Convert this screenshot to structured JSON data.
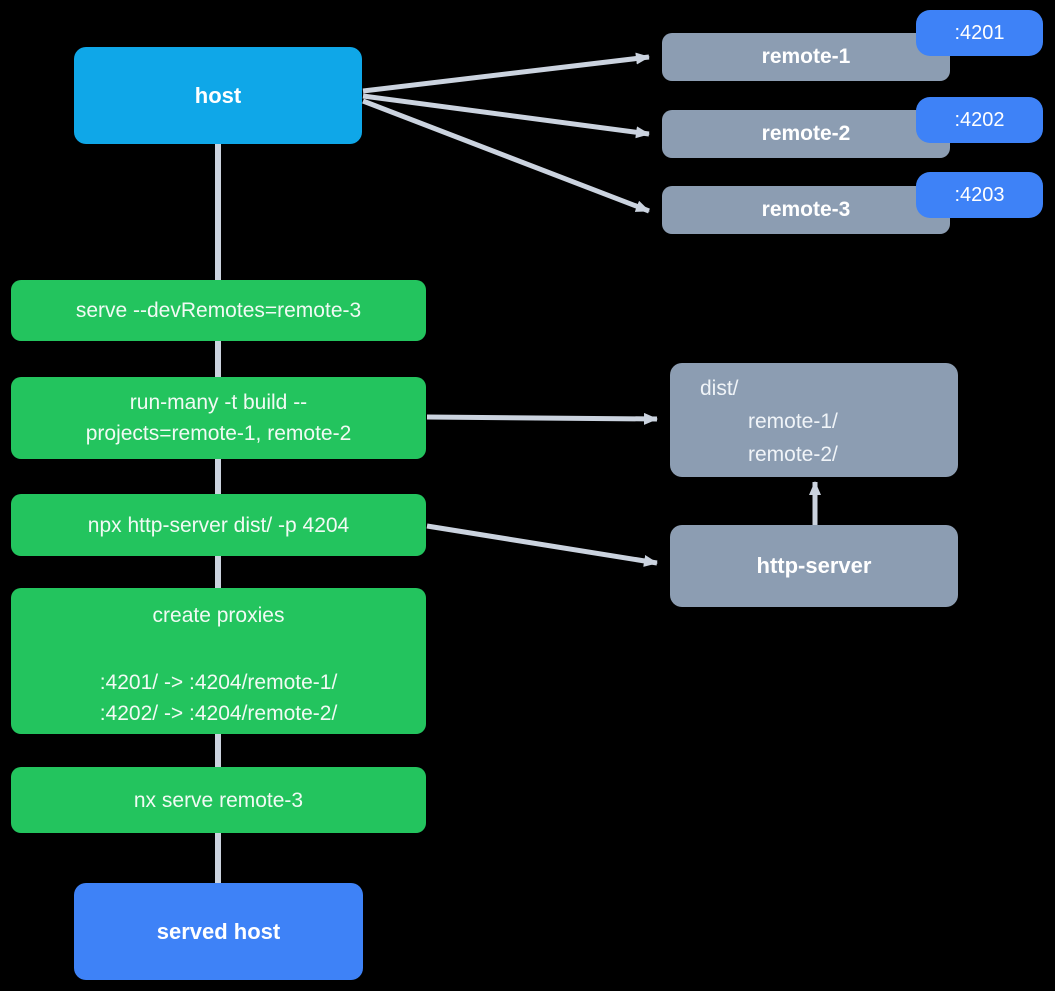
{
  "colors": {
    "bg": "#000000",
    "host": "#0fa7e8",
    "blue": "#3e82f7",
    "gray": "#8c9db2",
    "green": "#23c45e",
    "line": "#cbd3df"
  },
  "diagram": {
    "host": {
      "label": "host"
    },
    "served_host": {
      "label": "served host"
    },
    "remotes": [
      {
        "label": "remote-1",
        "port": ":4201"
      },
      {
        "label": "remote-2",
        "port": ":4202"
      },
      {
        "label": "remote-3",
        "port": ":4203"
      }
    ],
    "commands": [
      {
        "label": "serve --devRemotes=remote-3"
      },
      {
        "line1": "run-many -t build --",
        "line2": "projects=remote-1, remote-2"
      },
      {
        "label": "npx http-server dist/ -p 4204"
      },
      {
        "title": "create proxies",
        "map1": ":4201/ -> :4204/remote-1/",
        "map2": ":4202/ -> :4204/remote-2/"
      },
      {
        "label": "nx serve remote-3"
      }
    ],
    "dist": {
      "line1": "dist/",
      "line2": "remote-1/",
      "line3": "remote-2/"
    },
    "http_server": {
      "label": "http-server"
    }
  }
}
